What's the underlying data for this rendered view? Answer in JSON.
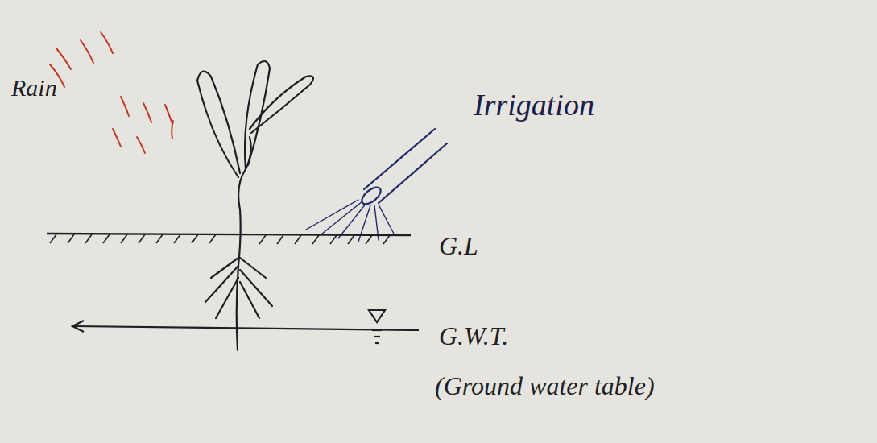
{
  "diagram": {
    "labels": [
      "Rain",
      "Irrigation",
      "G.L",
      "G.W.T.",
      "(Ground water table)"
    ]
  }
}
